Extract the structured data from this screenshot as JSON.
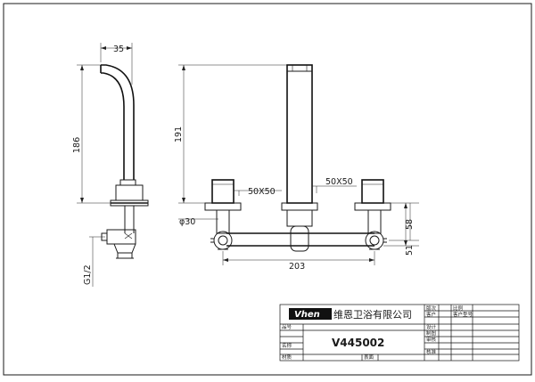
{
  "dimensions": {
    "side_width": "35",
    "side_height": "186",
    "side_thread": "G1/2",
    "front_height": "191",
    "square_left": "50X50",
    "square_right": "50X50",
    "diameter": "φ30",
    "spacing": "203",
    "offset_small": "51",
    "offset_large": "58"
  },
  "title_block": {
    "brand": "Vhen",
    "company": "维恩卫浴有限公司",
    "model": "V445002",
    "labels": {
      "edition": "版次",
      "scale": "比例",
      "customer": "客户",
      "customer_no": "客户型号",
      "item_no": "品号",
      "design": "设计",
      "drawing": "制图",
      "review": "审核",
      "name": "名称",
      "approve": "核准",
      "material": "材质",
      "surface": "表面"
    }
  }
}
